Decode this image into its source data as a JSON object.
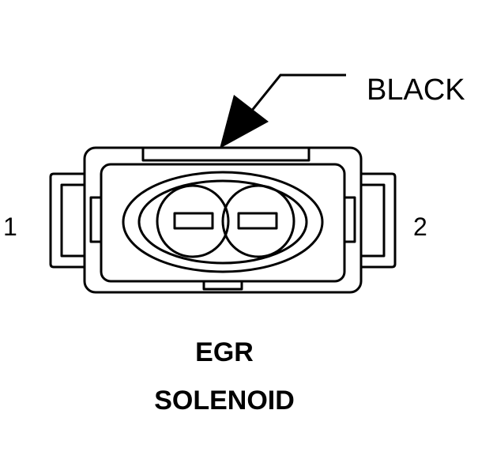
{
  "wire_color_label": "BLACK",
  "pins": {
    "left": "1",
    "right": "2"
  },
  "component": {
    "line1": "EGR",
    "line2": "SOLENOID"
  }
}
